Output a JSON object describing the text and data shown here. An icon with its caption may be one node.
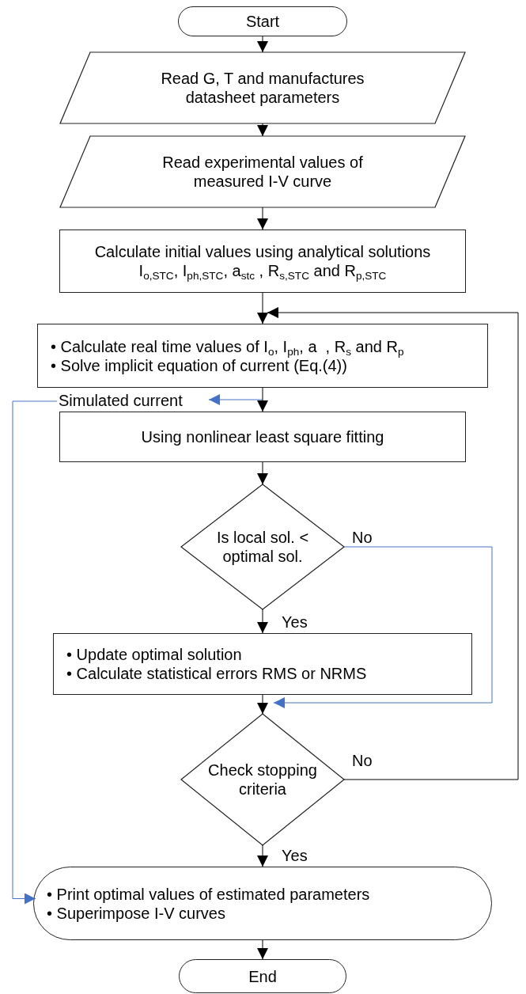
{
  "diagram": {
    "nodes": [
      {
        "text": [
          "Start"
        ]
      },
      {
        "text": [
          "Read G, T and manufactures datasheet parameters"
        ]
      },
      {
        "text": [
          "Read experimental values of measured I-V curve"
        ]
      },
      {
        "text": [
          "Calculate initial values using analytical solutions I$_{o,STC}$, I$_{ph,STC}$, a$_{stc}$ , R$_{s,STC}$ and R$_{p,STC}$"
        ]
      },
      {
        "text": [
          "• Calculate real time values of I$_{o}$, I$_{ph}$, a  , R$_{s}$ and R$_{p}$",
          "• Solve implicit equation of current (Eq.(4))"
        ]
      },
      {
        "text": [
          "Simulated current"
        ]
      },
      {
        "text": [
          "Using nonlinear least square fitting"
        ]
      },
      {
        "text": [
          "Is local sol. < optimal sol."
        ]
      },
      {
        "text": [
          "• Update optimal solution",
          "• Calculate statistical errors RMS or NRMS"
        ]
      },
      {
        "text": [
          "Check stopping criteria"
        ]
      },
      {
        "text": [
          "• Print optimal values of estimated parameters",
          "• Superimpose I-V curves"
        ]
      },
      {
        "text": [
          "End"
        ]
      }
    ],
    "edges": [
      {
        "from": 0,
        "to": 1,
        "arrow": "to"
      },
      {
        "from": 1,
        "to": 2,
        "arrow": "to"
      },
      {
        "from": 2,
        "to": 3,
        "arrow": "to"
      },
      {
        "from": 3,
        "to": 4,
        "arrow": "to"
      },
      {
        "from": 4,
        "to": 5,
        "arrow": "to",
        "color": "#4472c4"
      },
      {
        "from": 4,
        "to": 6,
        "arrow": "to"
      },
      {
        "from": 5,
        "to": 10,
        "arrow": "to",
        "color": "#4472c4"
      },
      {
        "from": 6,
        "to": 7,
        "arrow": "to"
      },
      {
        "from": 7,
        "to": 8,
        "arrow": "to",
        "label": "Yes"
      },
      {
        "from": 7,
        "to": 9,
        "arrow": "to",
        "label": "No",
        "color": "#4472c4"
      },
      {
        "from": 8,
        "to": 9,
        "arrow": "to"
      },
      {
        "from": 9,
        "to": 4,
        "arrow": "to",
        "label": "No"
      },
      {
        "from": 9,
        "to": 10,
        "arrow": "to",
        "label": "Yes"
      },
      {
        "from": 10,
        "to": 11,
        "arrow": "to"
      }
    ]
  }
}
